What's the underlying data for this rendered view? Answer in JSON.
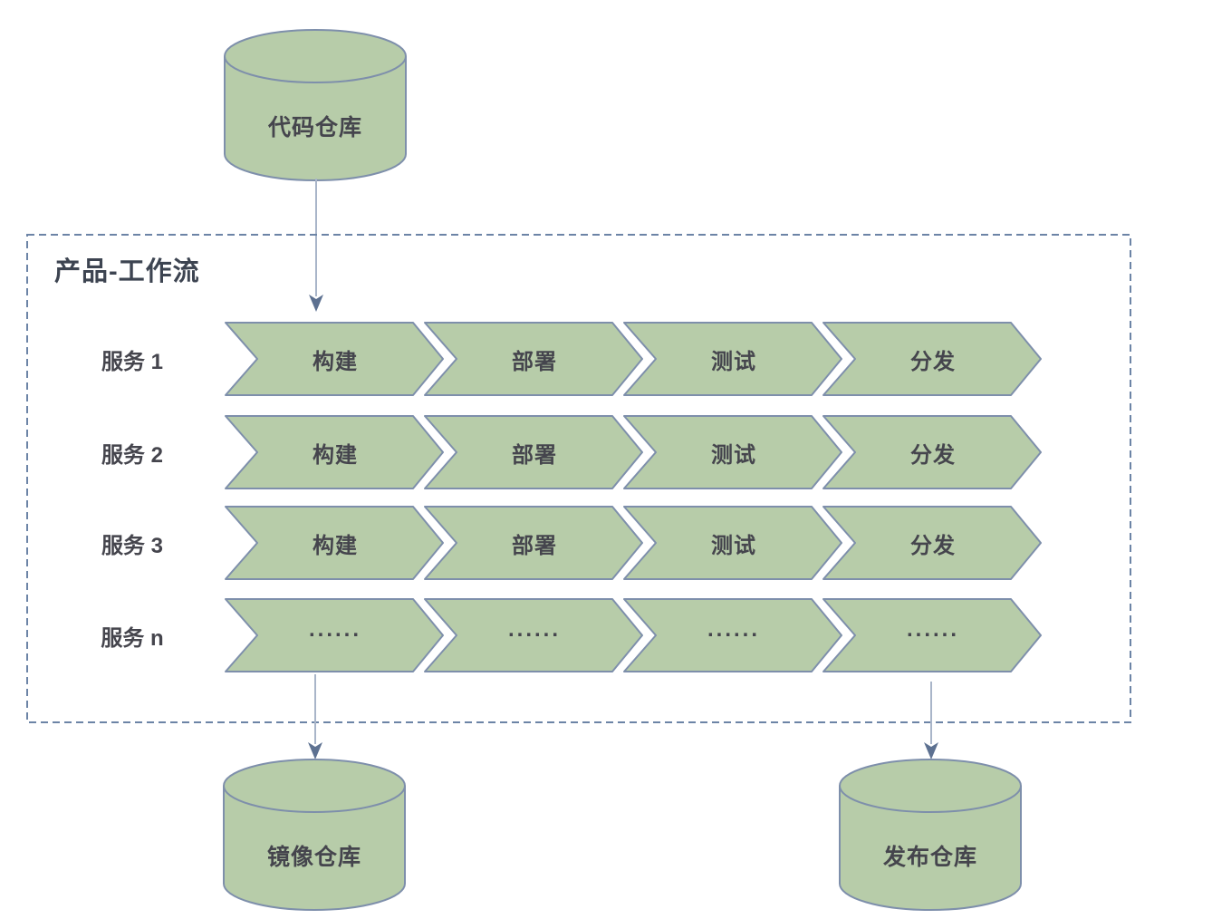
{
  "diagram": {
    "top_repository": {
      "label": "代码仓库"
    },
    "workflow_box": {
      "title": "产品-工作流"
    },
    "rows": [
      {
        "service": "服务 1",
        "steps": [
          "构建",
          "部署",
          "测试",
          "分发"
        ]
      },
      {
        "service": "服务 2",
        "steps": [
          "构建",
          "部署",
          "测试",
          "分发"
        ]
      },
      {
        "service": "服务 3",
        "steps": [
          "构建",
          "部署",
          "测试",
          "分发"
        ]
      },
      {
        "service": "服务 n",
        "steps": [
          "......",
          "......",
          "......",
          "......"
        ]
      }
    ],
    "bottom_repositories": [
      {
        "label": "镜像仓库"
      },
      {
        "label": "发布仓库"
      }
    ],
    "colors": {
      "node_fill": "#b7cca9",
      "node_stroke": "#7e8fab",
      "text": "#45454d",
      "title_text": "#3d4451",
      "box_border": "#6c84a6",
      "arrow_line": "#a9b5c9",
      "arrow_head": "#5d7191",
      "background": "#ffffff"
    }
  }
}
